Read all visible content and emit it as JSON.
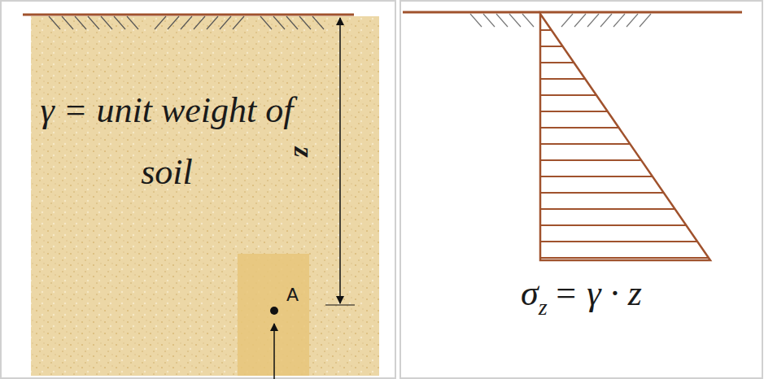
{
  "diagram": {
    "labels": [
      "γ = unit weight of soil",
      "z",
      "A",
      "σ",
      "z",
      "= γ · z"
    ]
  }
}
